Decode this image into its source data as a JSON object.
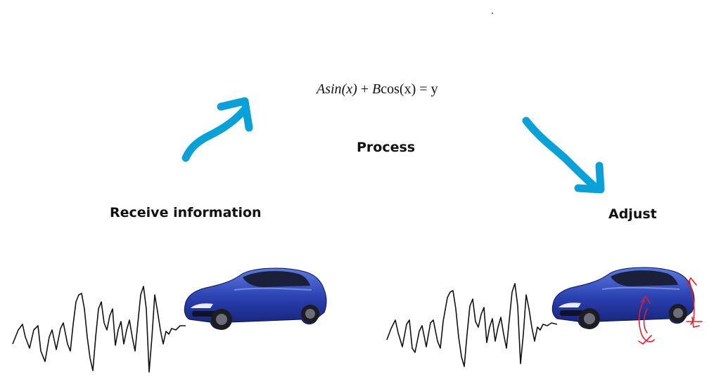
{
  "labels": {
    "receive": "Receive information",
    "process": "Process",
    "adjust": "Adjust"
  },
  "formula": {
    "A": "A",
    "sin": "sin",
    "x1": "(x)",
    "plus": " + ",
    "B": "B",
    "cos": "cos(x)",
    "eq": " = y"
  },
  "colors": {
    "arrow": "#0aa0d8",
    "car_body": "#2a3fb0",
    "wave": "#111111",
    "annotation": "#e3202a"
  },
  "icons": {
    "left_arrow": "curved-up-right-arrow-icon",
    "right_arrow": "down-right-arrow-icon",
    "car": "sports-car-icon",
    "wave": "signal-waveform-icon"
  }
}
